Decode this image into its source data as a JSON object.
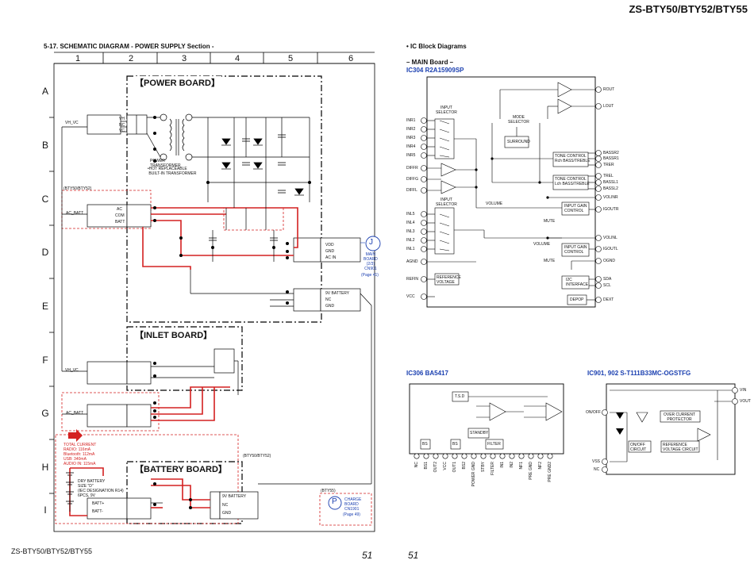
{
  "header": {
    "model": "ZS-BTY50/BTY52/BTY55",
    "footer_model": "ZS-BTY50/BTY52/BTY55",
    "page_left": "51",
    "page_right": "51"
  },
  "left": {
    "section_title": "5-17.  SCHEMATIC DIAGRAM - POWER SUPPLY Section -",
    "columns": [
      "1",
      "2",
      "3",
      "4",
      "5",
      "6"
    ],
    "rows": [
      "A",
      "B",
      "C",
      "D",
      "E",
      "F",
      "G",
      "H",
      "I"
    ],
    "power_board": "【POWER BOARD】",
    "inlet_board": "【INLET BOARD】",
    "battery_board": "【BATTERY BOARD】",
    "vh_vc_top": "VH_VC",
    "vh_vc_mid": "VH_VC",
    "ac_batt_top": "AC_BATT",
    "ac_batt_mid": "AC_BATT",
    "bty_tag_top": "(BTY50/BTY52)",
    "bty_tag_mid": "(BTY50/BTY52)",
    "bty55_tag": "(BTY55)",
    "power_transformer": "POWER\nTRANSFORMER",
    "hot_replaceable": "•HOT REPLACEABLE\n BUILT-IN TRANSFORMER",
    "pin_vh": "VH",
    "pin_nc": "NC",
    "pin_vc": "VC",
    "pin_ac": "AC",
    "pin_com": "COM",
    "pin_batt": "BATT",
    "out_vdd": "VDD",
    "out_gnd": "GND",
    "out_acin": "AC IN",
    "out_9v": "9V BATTERY",
    "out_nc": "NC",
    "out_gnd2": "GND",
    "bat_in": "9V BATTERY",
    "bat_nc": "NC",
    "bat_gnd": "GND",
    "batt_plus": "BATT+",
    "batt_minus": "BATT-",
    "current_note": "TOTAL CURRENT\nRADIO: 116mA\nBluetooth: 112mA\nUSB: 340mA\nAUDIO IN: 115mA",
    "dry_battery": "DRY BATTERY\nSIZE \"D\"\n(IEC DESIGNATION R14)\n6PCS, 9V",
    "conn_j_letter": "J",
    "conn_j_text": "MAIN\nBOARD\n(2/3)\nCN901",
    "conn_j_page": "(Page 41)",
    "conn_p_letter": "P",
    "conn_p_text": "CHARGE\nBOARD\nCN1901",
    "conn_p_page": "(Page 49)"
  },
  "right": {
    "ic_block_title": "•  IC Block Diagrams",
    "main_board": "– MAIN Board –",
    "ic304": "IC304  R2A15909SP",
    "ic306": "IC306  BA5417",
    "ic901": "IC901, 902  S-T111B33MC-OGSTFG",
    "ic304_labels": {
      "input_selector": "INPUT\nSELECTOR",
      "input_selector2": "INPUT\nSELECTOR",
      "mode_selector": "MODE\nSELECTOR",
      "surround": "SURROUND",
      "tone1": "TONE CONTROL\nRch BASS/TREBLE",
      "tone2": "TONE CONTROL\nLch BASS/TREBLE",
      "input_gain1": "INPUT GAIN\nCONTROL",
      "input_gain2": "INPUT GAIN\nCONTROL",
      "ref_voltage": "REFERENCE\nVOLTAGE",
      "i2c": "I2C\nINTERFACE",
      "depop": "DEPOP",
      "volume": "VOLUME",
      "volume2": "VOLUME",
      "mute": "MUTE",
      "mute2": "MUTE"
    },
    "ic304_left_pins": [
      "INR1",
      "INR2",
      "INR3",
      "INR4",
      "INR5",
      "DIFFR",
      "DIFFG",
      "DIFFL",
      "INL5",
      "INL4",
      "INL3",
      "INL2",
      "INL1",
      "AGND",
      "REFIN",
      "VCC"
    ],
    "ic304_right_pins": [
      "ROUT",
      "LOUT",
      "BASSR2",
      "BASSR1",
      "TRER",
      "TREL",
      "BASSL1",
      "BASSL2",
      "VOLINR",
      "IGOUTR",
      "VOLINL",
      "IGOUTL",
      "OGND",
      "SDA",
      "SCL",
      "DEXT"
    ],
    "ic306_blocks": {
      "tsd": "T.S.D",
      "standby": "STANDBY",
      "filter": "FILTER",
      "bs1": "BS",
      "bs2": "BS"
    },
    "ic306_pins": [
      "NC",
      "BS1",
      "OUT2",
      "VCC",
      "OUT1",
      "BS2",
      "POWER GND",
      "STBY",
      "FILTER",
      "IN1",
      "IN2",
      "NF1",
      "PRE GND",
      "NF2",
      "PRE GND2"
    ],
    "ic901_blocks": {
      "over_current": "OVER CURRENT\nPROTECTOR",
      "on_off": "ON/OFF\nCIRCUIT",
      "ref_voltage": "REFERENCE\nVOLTAGE CIRCUIT"
    },
    "ic901_pins": {
      "vin": "VIN",
      "vout": "VOUT",
      "on_off": "ON/OFF",
      "vss": "VSS",
      "nc": "NC"
    }
  }
}
